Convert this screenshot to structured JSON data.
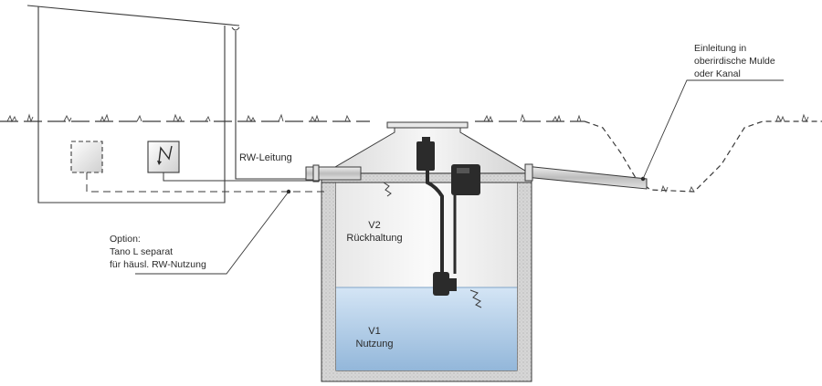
{
  "labels": {
    "rw_leitung": "RW-Leitung",
    "option_line1": "Option:",
    "option_line2": "Tano L separat",
    "option_line3": "für häusl. RW-Nutzung",
    "einleitung_line1": "Einleitung in",
    "einleitung_line2": "oberirdische Mulde",
    "einleitung_line3": "oder Kanal",
    "v2": "V2",
    "v2_sub": "Rückhaltung",
    "v1": "V1",
    "v1_sub": "Nutzung"
  },
  "colors": {
    "line": "#3a3a3a",
    "wall_fill": "#cfcfcf",
    "water_top": "#cfe2f3",
    "water_bottom": "#8fb4d8",
    "tank_air": "#f2f2f2",
    "pump": "#2b2b2b"
  },
  "icons": {
    "control_box": "lightning-control-icon",
    "option_box": "empty-box-icon"
  }
}
